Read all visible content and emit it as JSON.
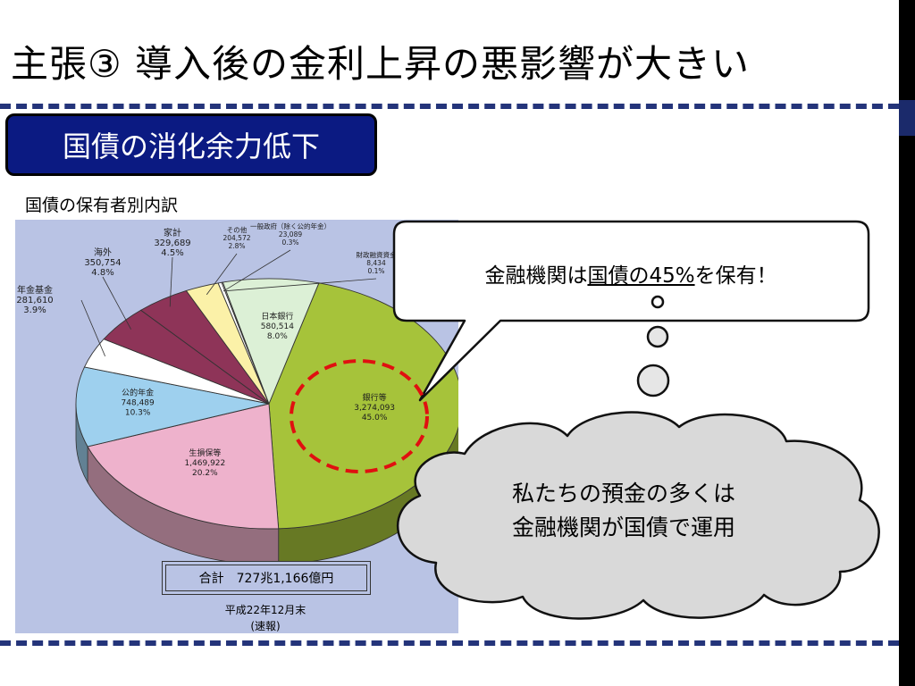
{
  "slide": {
    "title": "主張③ 導入後の金利上昇の悪影響が大きい",
    "section_badge": "国債の消化余力低下",
    "chart_caption": "国債の保有者別内訳"
  },
  "chart_data": {
    "type": "pie",
    "title": "",
    "slices": [
      {
        "name": "銀行等",
        "value_text": "3,274,093",
        "value": 3274093,
        "percent": 45.0,
        "percent_text": "45.0%",
        "color": "#a6c33a"
      },
      {
        "name": "生損保等",
        "value_text": "1,469,922",
        "value": 1469922,
        "percent": 20.2,
        "percent_text": "20.2%",
        "color": "#eeb2cc"
      },
      {
        "name": "公的年金",
        "value_text": "748,489",
        "value": 748489,
        "percent": 10.3,
        "percent_text": "10.3%",
        "color": "#9ed0ee"
      },
      {
        "name": "年金基金",
        "value_text": "281,610",
        "value": 281610,
        "percent": 3.9,
        "percent_text": "3.9%",
        "color": "#ffffff"
      },
      {
        "name": "海外",
        "value_text": "350,754",
        "value": 350754,
        "percent": 4.8,
        "percent_text": "4.8%",
        "color": "#8e3458"
      },
      {
        "name": "家計",
        "value_text": "329,689",
        "value": 329689,
        "percent": 4.5,
        "percent_text": "4.5%",
        "color": "#8e3458"
      },
      {
        "name": "その他",
        "value_text": "204,572",
        "value": 204572,
        "percent": 2.8,
        "percent_text": "2.8%",
        "color": "#fbf1a8"
      },
      {
        "name": "一般政府（除く公的年金）",
        "value_text": "23,089",
        "value": 23089,
        "percent": 0.3,
        "percent_text": "0.3%",
        "color": "#ffffff"
      },
      {
        "name": "財政融資資金",
        "value_text": "8,434",
        "value": 8434,
        "percent": 0.1,
        "percent_text": "0.1%",
        "color": "#ffffff"
      },
      {
        "name": "日本銀行",
        "value_text": "580,514",
        "value": 580514,
        "percent": 8.0,
        "percent_text": "8.0%",
        "color": "#dcf0d6"
      }
    ],
    "total_label": "合計　727兆1,166億円",
    "date_label": "平成22年12月末",
    "date_note": "(速報)"
  },
  "speech_bubble": {
    "text_before": "金融機関は",
    "text_underlined": "国債の45%",
    "text_after": "を保有！"
  },
  "thought_cloud": {
    "line1": "私たちの預金の多くは",
    "line2": "金融機関が国債で運用"
  },
  "colors": {
    "badge_background": "#0b1a82",
    "dashed_rule": "#24347a",
    "chart_background": "#b9c3e4",
    "highlight_ring": "#e01010",
    "cloud_fill": "#d9d9d9"
  }
}
